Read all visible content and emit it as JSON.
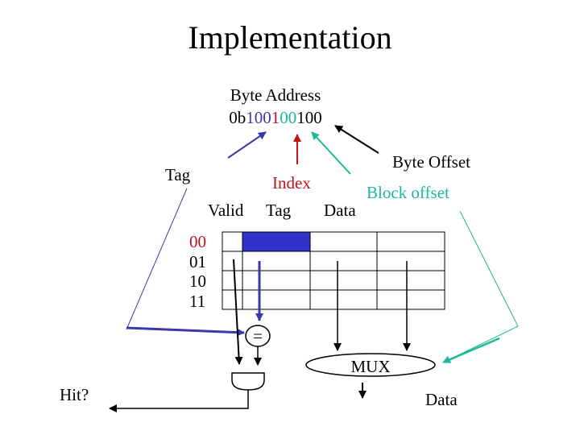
{
  "slide": {
    "title": "Implementation",
    "address_label": "Byte Address",
    "address_prefix": "0b",
    "address_tag_bits": "100",
    "address_index_bits": "1",
    "address_block_bits": "00",
    "address_byte_bits": "100",
    "labels": {
      "tag": "Tag",
      "index": "Index",
      "byte_offset": "Byte Offset",
      "block_offset": "Block offset",
      "col_valid": "Valid",
      "col_tag": "Tag",
      "col_data": "Data",
      "comparator": "=",
      "mux": "MUX",
      "hit": "Hit?",
      "data_out": "Data"
    },
    "rows": [
      "00",
      "01",
      "10",
      "11"
    ],
    "colors": {
      "tag": "#3b3ba8",
      "index": "#c0141c",
      "block_offset": "#1bb89a",
      "byte_offset": "#000000",
      "row_index": "#c0141c",
      "selected_tag": "#3333cc"
    }
  }
}
